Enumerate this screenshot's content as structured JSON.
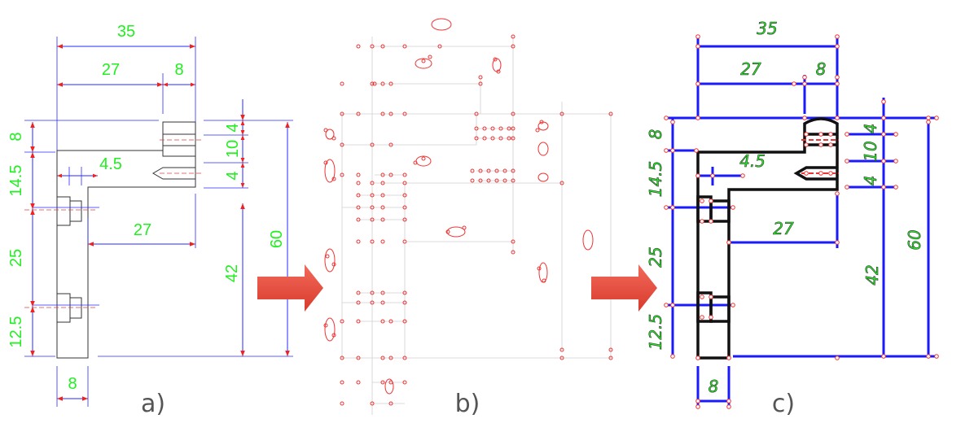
{
  "panels": {
    "a": {
      "label": "a)"
    },
    "b": {
      "label": "b)"
    },
    "c": {
      "label": "c)"
    }
  },
  "dimensions": {
    "d35": "35",
    "d27_top": "27",
    "d8_top": "8",
    "d8_left": "8",
    "d14_5": "14.5",
    "d25": "25",
    "d12_5": "12.5",
    "d4_5": "4.5",
    "d27_mid": "27",
    "d4_a": "4",
    "d10": "10",
    "d4_b": "4",
    "d42": "42",
    "d60": "60",
    "d8_bottom": "8"
  },
  "colors": {
    "dimension_text": "#22ee22",
    "dimension_line": "#1a1aff",
    "arrow": "#ee2222",
    "node": "#ee3333",
    "outline": "#111111"
  }
}
